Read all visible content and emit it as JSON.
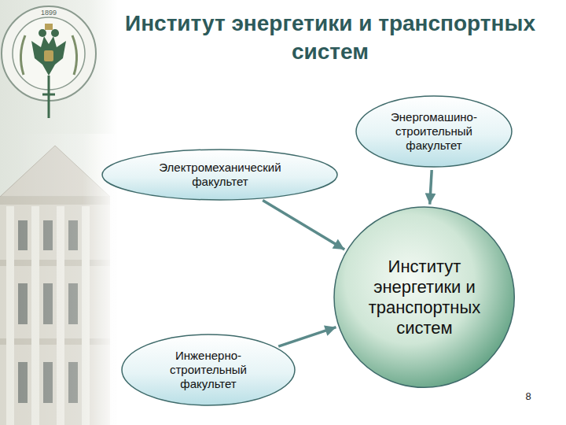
{
  "diagram": {
    "title": "Институт энергетики и транспортных систем",
    "nodes": [
      {
        "text": [
          "Энергомашино- строительный факультет"
        ]
      },
      {
        "text": [
          "Электромеханический факультет"
        ]
      },
      {
        "text": [
          "Институт энергетики и транспортных систем"
        ]
      },
      {
        "text": [
          "Инженерно- строительный факультет"
        ]
      }
    ],
    "edges": [
      {
        "from": 1,
        "to": 2,
        "arrow": "to"
      },
      {
        "from": 0,
        "to": 2,
        "arrow": "to"
      },
      {
        "from": 3,
        "to": 2,
        "arrow": "to"
      }
    ],
    "labels": [
      "1899",
      "8"
    ]
  }
}
